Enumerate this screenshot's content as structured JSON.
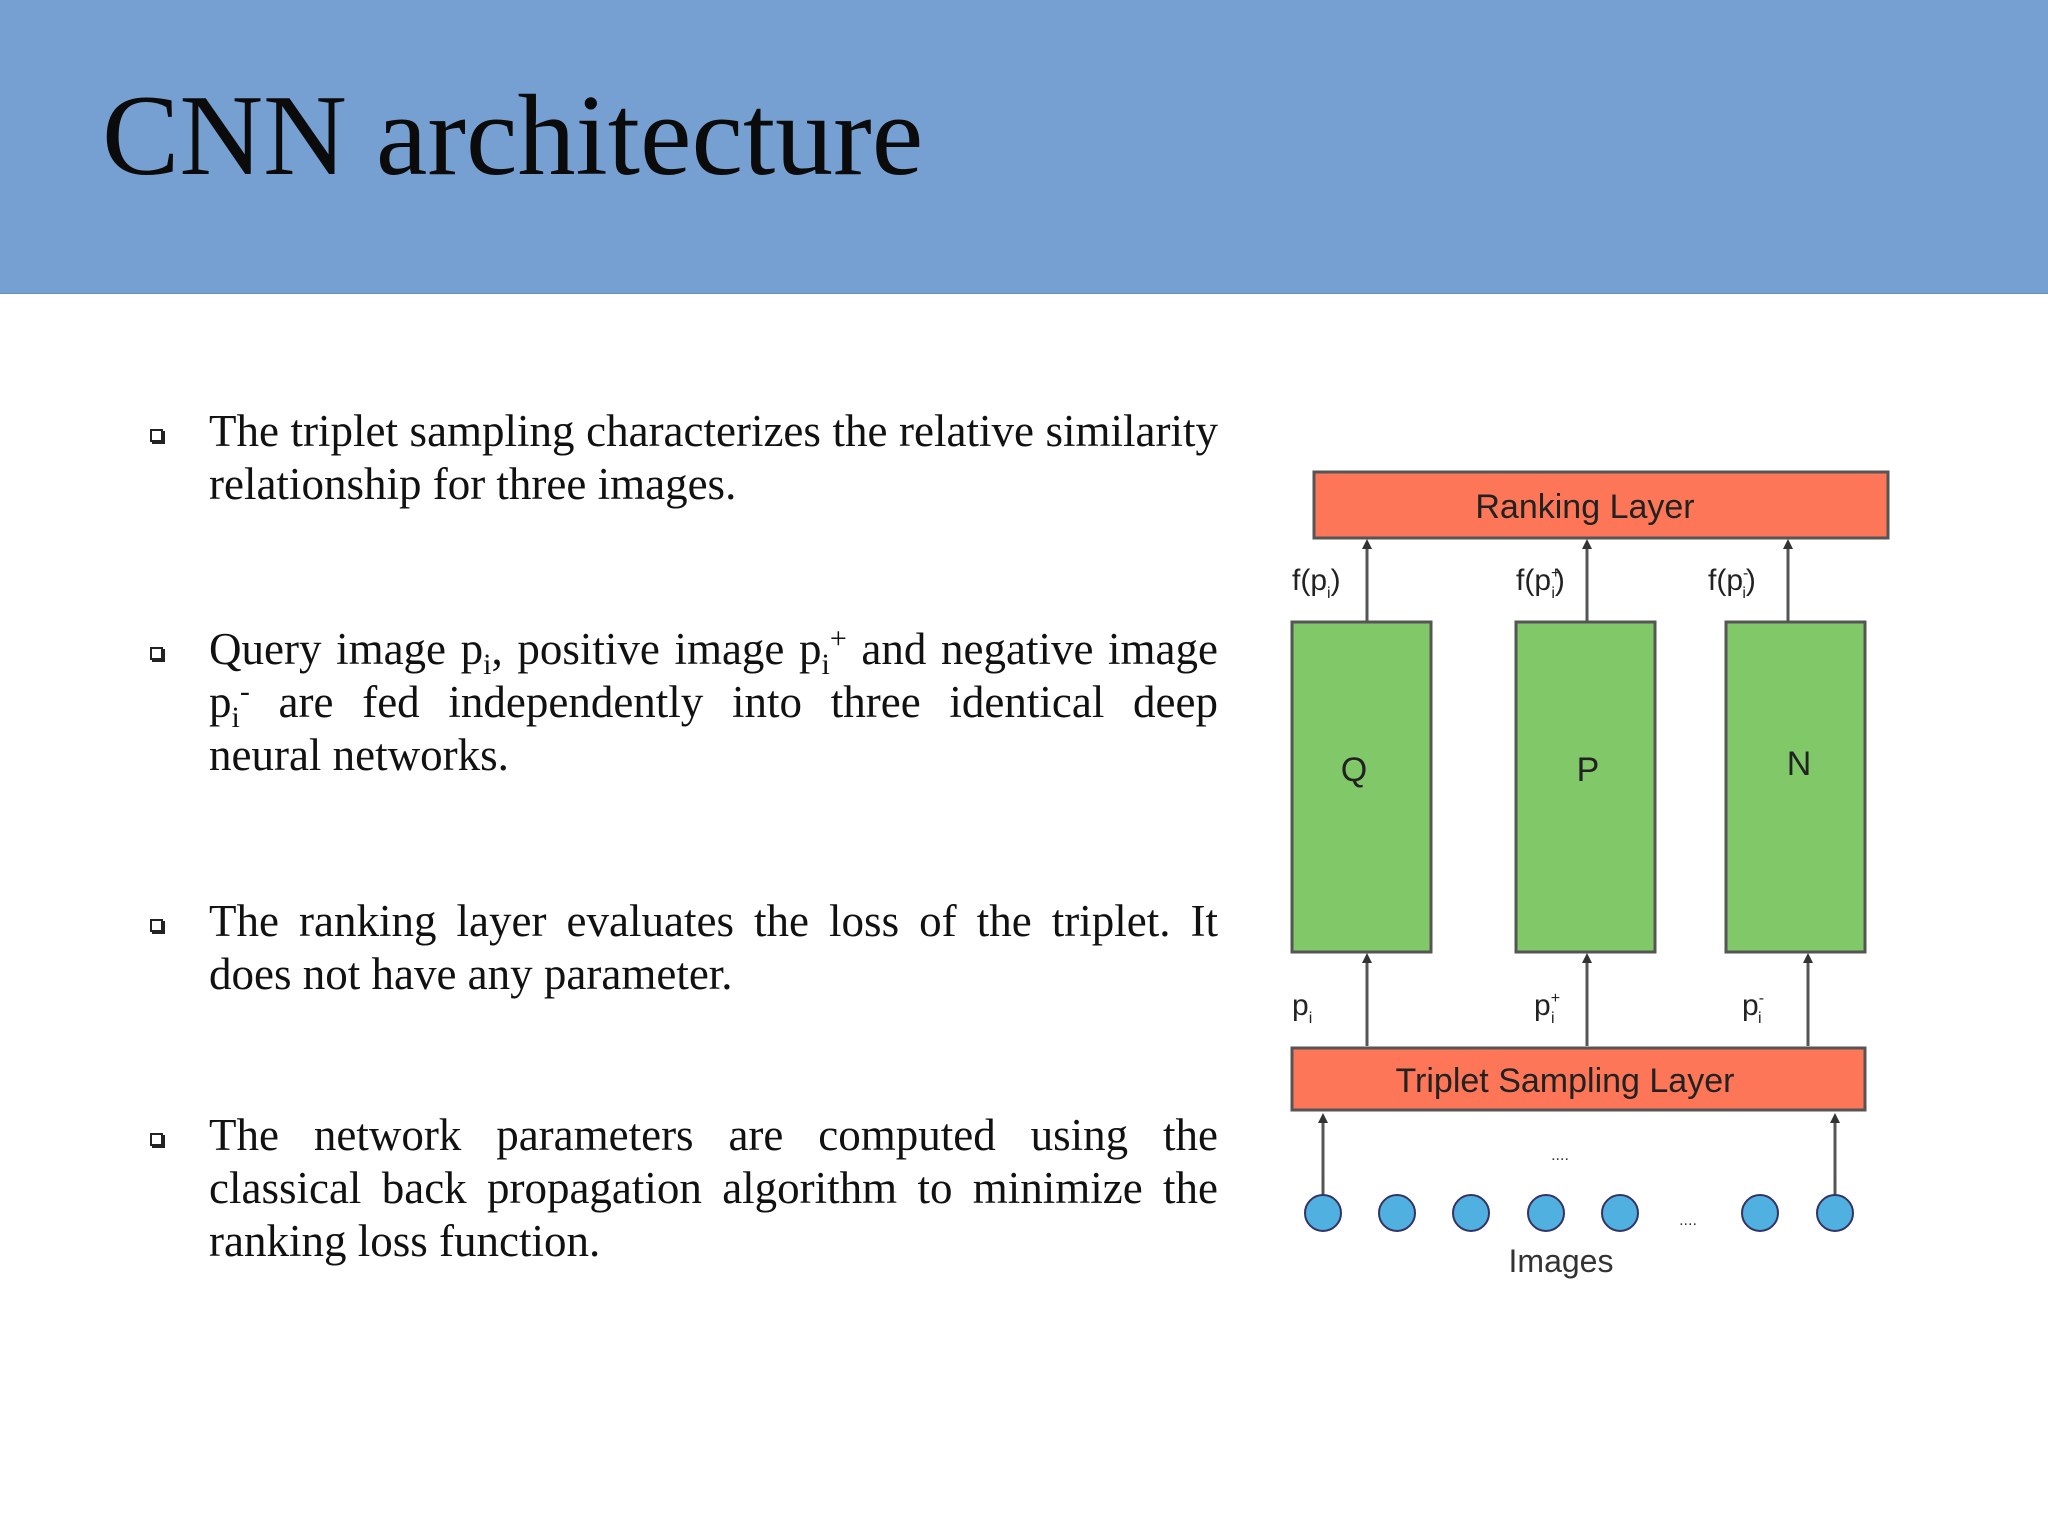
{
  "slide": {
    "title": "CNN architecture"
  },
  "bullets": [
    {
      "parts": [
        {
          "text": "The triplet sampling characterizes the relative similarity relationship for three images."
        }
      ]
    },
    {
      "parts": [
        {
          "text": "Query image p"
        },
        {
          "sub": "i"
        },
        {
          "text": ", positive image p"
        },
        {
          "sub": "i"
        },
        {
          "sup": "+"
        },
        {
          "text": " and negative image p"
        },
        {
          "sub": "i"
        },
        {
          "sup": "-"
        },
        {
          "text": " are fed independently into three identical deep neural networks."
        }
      ]
    },
    {
      "parts": [
        {
          "text": "The ranking layer evaluates the loss of the triplet. It does not have any parameter."
        }
      ]
    },
    {
      "parts": [
        {
          "text": "The network parameters are computed using the classical back propagation algorithm to minimize the ranking loss function."
        }
      ]
    }
  ],
  "diagram": {
    "ranking_layer": "Ranking Layer",
    "triplet_sampling_layer": "Triplet Sampling Layer",
    "networks": [
      "Q",
      "P",
      "N"
    ],
    "outputs": [
      {
        "base": "f(p",
        "sup": "",
        "sub": "i",
        "close": ")"
      },
      {
        "base": "f(p",
        "sup": "+",
        "sub": "i",
        "close": ")"
      },
      {
        "base": "f(p",
        "sup": "-",
        "sub": "i",
        "close": ")"
      }
    ],
    "inputs": [
      {
        "base": "p",
        "sup": "",
        "sub": "i"
      },
      {
        "base": "p",
        "sup": "+",
        "sub": "i"
      },
      {
        "base": "p",
        "sup": "-",
        "sub": "i"
      }
    ],
    "images_label": "Images",
    "ellipsis_top": "....",
    "ellipsis_bottom": "....",
    "colors": {
      "layer_fill": "#fd7657",
      "network_fill": "#80c868",
      "node_fill": "#50b0e0",
      "stroke": "#555555",
      "header": "#76a0d2"
    }
  }
}
